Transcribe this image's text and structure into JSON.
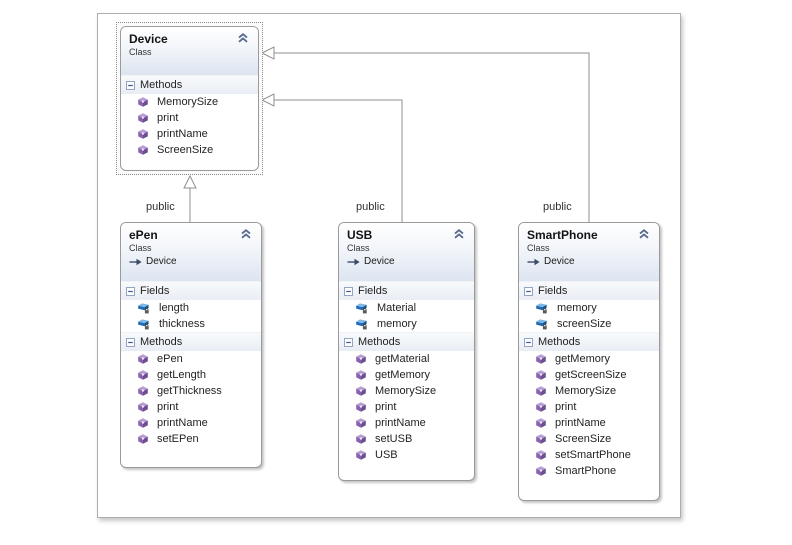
{
  "classes": [
    {
      "name": "Device",
      "kind": "Class",
      "selected": true,
      "sections": [
        {
          "label": "Methods",
          "members": [
            "MemorySize",
            "print",
            "printName",
            "ScreenSize"
          ]
        }
      ]
    },
    {
      "name": "ePen",
      "kind": "Class",
      "base": "Device",
      "sections": [
        {
          "label": "Fields",
          "members": [
            "length",
            "thickness"
          ]
        },
        {
          "label": "Methods",
          "members": [
            "ePen",
            "getLength",
            "getThickness",
            "print",
            "printName",
            "setEPen"
          ]
        }
      ]
    },
    {
      "name": "USB",
      "kind": "Class",
      "base": "Device",
      "sections": [
        {
          "label": "Fields",
          "members": [
            "Material",
            "memory"
          ]
        },
        {
          "label": "Methods",
          "members": [
            "getMaterial",
            "getMemory",
            "MemorySize",
            "print",
            "printName",
            "setUSB",
            "USB"
          ]
        }
      ]
    },
    {
      "name": "SmartPhone",
      "kind": "Class",
      "base": "Device",
      "sections": [
        {
          "label": "Fields",
          "members": [
            "memory",
            "screenSize"
          ]
        },
        {
          "label": "Methods",
          "members": [
            "getMemory",
            "getScreenSize",
            "MemorySize",
            "print",
            "printName",
            "ScreenSize",
            "setSmartPhone",
            "SmartPhone"
          ]
        }
      ]
    }
  ],
  "connectors": [
    {
      "from": "ePen",
      "to": "Device",
      "label": "public"
    },
    {
      "from": "USB",
      "to": "Device",
      "label": "public"
    },
    {
      "from": "SmartPhone",
      "to": "Device",
      "label": "public"
    }
  ],
  "icons": {
    "method": "method-cube-icon",
    "field": "field-brick-lock-icon",
    "collapse": "chevron-up-icon",
    "section_toggle": "minus-box-icon",
    "inheritance": "arrow-right-icon"
  },
  "colors": {
    "method_icon": "#8a63b0",
    "field_icon": "#1f6bb5",
    "header_gradient_end": "#dde5f1",
    "connector": "#8f8f8f",
    "card_border": "#9a9a9a",
    "text": "#1e1e1e"
  }
}
